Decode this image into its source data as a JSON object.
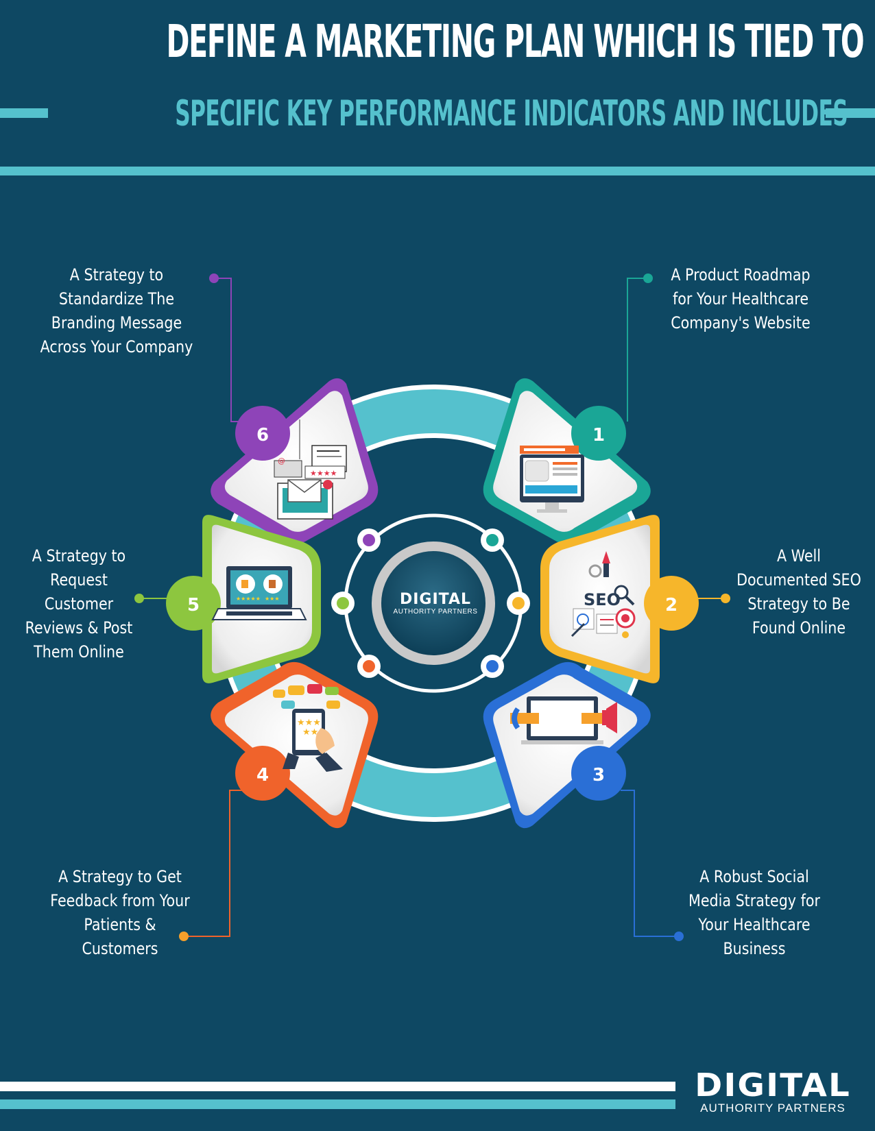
{
  "header": {
    "title": "DEFINE A MARKETING PLAN WHICH IS TIED TO",
    "subtitle": "SPECIFIC KEY PERFORMANCE INDICATORS AND INCLUDES"
  },
  "center_logo": {
    "wordmark": "DIGITAL",
    "tagline": "AUTHORITY PARTNERS"
  },
  "footer_logo": {
    "wordmark": "DIGITAL",
    "tagline": "AUTHORITY PARTNERS"
  },
  "items": [
    {
      "number": "1",
      "color": "#1aa696",
      "icon": "website-roadmap-icon",
      "lines": [
        "A Product Roadmap",
        "for Your Healthcare",
        "Company's Website"
      ]
    },
    {
      "number": "2",
      "color": "#f6b62b",
      "icon": "seo-icon",
      "lines": [
        "A Well",
        "Documented SEO",
        "Strategy to Be",
        "Found Online"
      ],
      "icon_text": "SEO"
    },
    {
      "number": "3",
      "color": "#2a6fd6",
      "icon": "social-media-icon",
      "lines": [
        "A Robust Social",
        "Media Strategy for",
        "Your Healthcare",
        "Business"
      ]
    },
    {
      "number": "4",
      "color": "#f0632b",
      "icon": "feedback-icon",
      "lines": [
        "A Strategy to Get",
        "Feedback from Your",
        "Patients &",
        "Customers"
      ]
    },
    {
      "number": "5",
      "color": "#8dc63f",
      "icon": "reviews-laptop-icon",
      "lines": [
        "A Strategy to",
        "Request",
        "Customer",
        "Reviews & Post",
        "Them Online"
      ]
    },
    {
      "number": "6",
      "color": "#8e44b8",
      "icon": "branding-message-icon",
      "lines": [
        "A Strategy to",
        "Standardize The",
        "Branding Message",
        "Across Your Company"
      ]
    }
  ],
  "colors": {
    "background": "#0e4863",
    "accent": "#55c1cd",
    "white": "#ffffff"
  }
}
